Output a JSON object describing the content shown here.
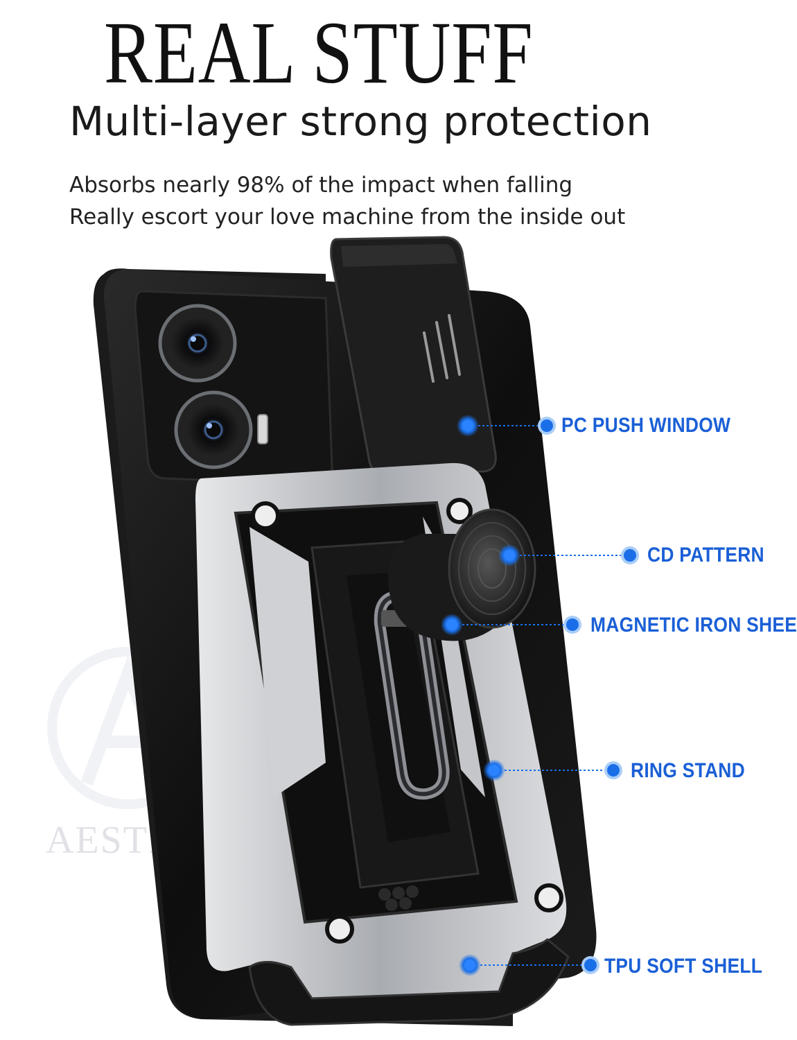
{
  "header": {
    "title": "REAL STUFF",
    "subtitle": "Multi-layer strong protection",
    "lines": [
      "Absorbs nearly 98% of the impact when falling",
      "Really escort your love machine from the inside out"
    ]
  },
  "watermark": {
    "text": "AESTM"
  },
  "callouts": [
    {
      "label": "PC PUSH WINDOW"
    },
    {
      "label": "CD PATTERN"
    },
    {
      "label": "MAGNETIC IRON SHEET"
    },
    {
      "label": "RING STAND"
    },
    {
      "label": "TPU SOFT SHELL"
    }
  ],
  "colors": {
    "accent": "#1a6fe8",
    "label": "#1a5fd6",
    "case": "#121212",
    "frame": "#c9cbcf"
  }
}
